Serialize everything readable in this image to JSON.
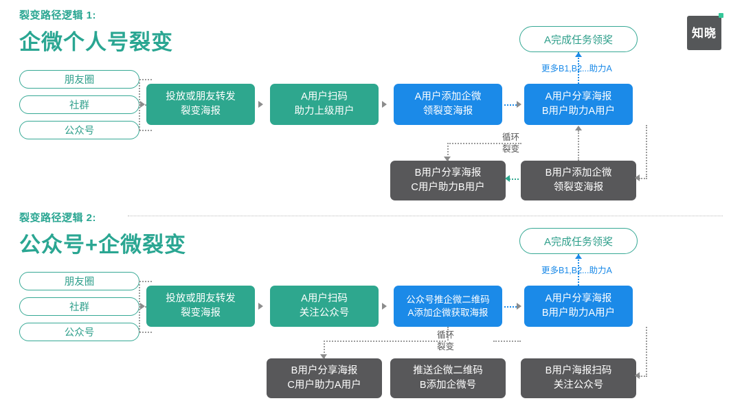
{
  "logo": {
    "text": "知晓",
    "bg": "#555759",
    "accent": "#35c79a"
  },
  "theme": {
    "teal": "#2ea78e",
    "blue": "#1b8ae8",
    "gray": "#58585a",
    "outline": "#35a894"
  },
  "sections": [
    {
      "kicker": "裂变路径逻辑 1:",
      "title": "企微个人号裂变",
      "sources": [
        "朋友圈",
        "社群",
        "公众号"
      ],
      "reward": "A完成任务领奖",
      "reward_note": "更多B1,B2...助力A",
      "loop_label_line1": "循环",
      "loop_label_line2": "裂变",
      "steps": [
        {
          "color": "teal",
          "line1": "投放或朋友转发",
          "line2": "裂变海报"
        },
        {
          "color": "teal",
          "line1": "A用户扫码",
          "line2": "助力上级用户"
        },
        {
          "color": "blue",
          "line1": "A用户添加企微",
          "line2": "领裂变海报"
        },
        {
          "color": "blue",
          "line1": "A用户分享海报",
          "line2": "B用户助力A用户"
        }
      ],
      "loop_steps": [
        {
          "color": "gray",
          "line1": "B用户分享海报",
          "line2": "C用户助力B用户"
        },
        {
          "color": "gray",
          "line1": "B用户添加企微",
          "line2": "领裂变海报"
        }
      ]
    },
    {
      "kicker": "裂变路径逻辑 2:",
      "title": "公众号+企微裂变",
      "sources": [
        "朋友圈",
        "社群",
        "公众号"
      ],
      "reward": "A完成任务领奖",
      "reward_note": "更多B1,B2...助力A",
      "loop_label_line1": "循环",
      "loop_label_line2": "裂变",
      "steps": [
        {
          "color": "teal",
          "line1": "投放或朋友转发",
          "line2": "裂变海报"
        },
        {
          "color": "teal",
          "line1": "A用户扫码",
          "line2": "关注公众号"
        },
        {
          "color": "blue",
          "line1": "公众号推企微二维码",
          "line2": "A添加企微获取海报"
        },
        {
          "color": "blue",
          "line1": "A用户分享海报",
          "line2": "B用户助力A用户"
        }
      ],
      "loop_steps": [
        {
          "color": "gray",
          "line1": "B用户分享海报",
          "line2": "C用户助力A用户"
        },
        {
          "color": "gray",
          "line1": "推送企微二维码",
          "line2": "B添加企微号"
        },
        {
          "color": "gray",
          "line1": "B用户海报扫码",
          "line2": "关注公众号"
        }
      ]
    }
  ]
}
